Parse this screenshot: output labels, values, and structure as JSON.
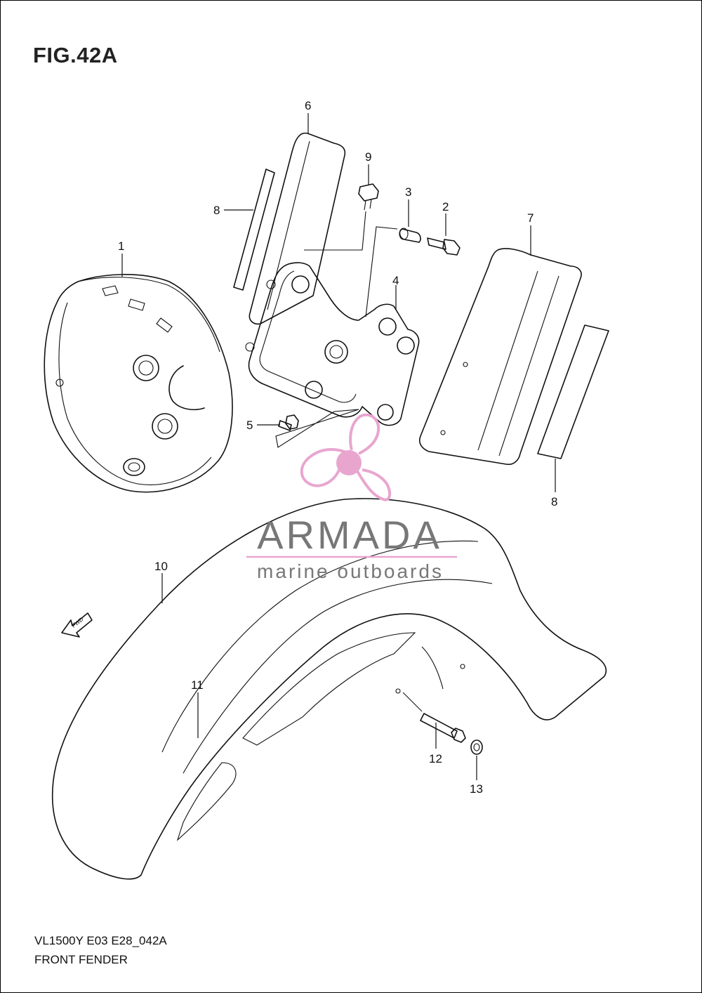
{
  "figure": {
    "title": "FIG.42A",
    "model_code": "VL1500Y E03 E28_042A",
    "section_name": "FRONT FENDER"
  },
  "callouts": [
    "1",
    "2",
    "3",
    "4",
    "5",
    "6",
    "7",
    "8",
    "8",
    "9",
    "10",
    "11",
    "12",
    "13"
  ],
  "arrow_label": "FWD",
  "watermark": {
    "brand": "ARMADA",
    "tagline": "marine outboards",
    "accent_color": "#e8a6cf",
    "text_color": "#777777"
  }
}
